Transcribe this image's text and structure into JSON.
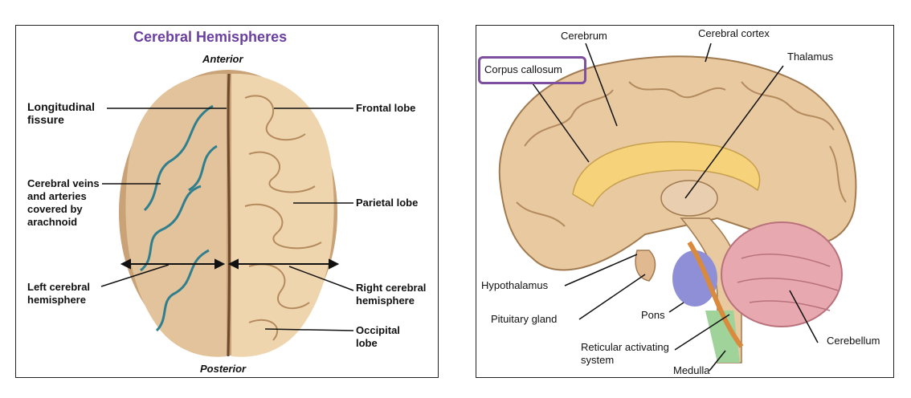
{
  "left_panel": {
    "title": "Cerebral Hemispheres",
    "anterior": "Anterior",
    "posterior": "Posterior",
    "labels": {
      "longitudinal_fissure": "Longitudinal\nfissure",
      "cerebral_veins": "Cerebral veins\nand arteries\ncovered by\narachnoid",
      "left_hemisphere": "Left cerebral\nhemisphere",
      "frontal_lobe": "Frontal lobe",
      "parietal_lobe": "Parietal lobe",
      "right_hemisphere": "Right cerebral\nhemisphere",
      "occipital_lobe": "Occipital\nlobe"
    }
  },
  "right_panel": {
    "labels": {
      "cerebrum": "Cerebrum",
      "cerebral_cortex": "Cerebral cortex",
      "corpus_callosum": "Corpus callosum",
      "thalamus": "Thalamus",
      "hypothalamus": "Hypothalamus",
      "pituitary_gland": "Pituitary gland",
      "pons": "Pons",
      "reticular_activating_system": "Reticular activating\nsystem",
      "medulla": "Medulla",
      "cerebellum": "Cerebellum"
    },
    "highlight_color": "#7d4f9e"
  },
  "colors": {
    "title": "#6a3fa0",
    "brain_tissue": "#e8c9a0",
    "brain_shadow": "#c9a277",
    "vessels": "#2f7f8f",
    "corpus_callosum_fill": "#f6d27a",
    "pons_fill": "#8f8fd8",
    "medulla_fill": "#9fd39a",
    "cerebellum_fill": "#e7a8b0",
    "reticular_fill": "#d98a3c"
  }
}
